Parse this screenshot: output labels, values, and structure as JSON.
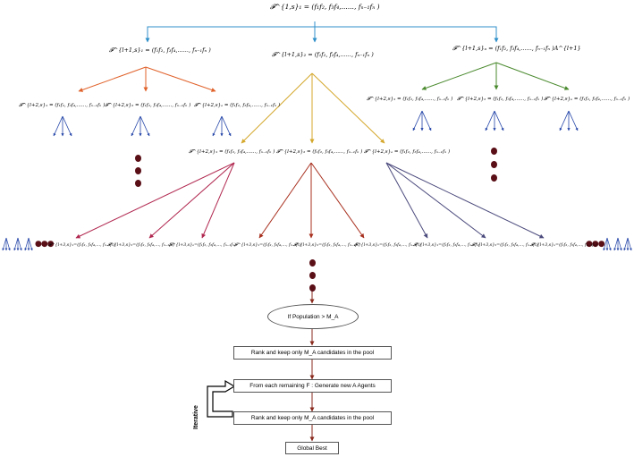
{
  "root_label": "𝓕^{1,s}₁ = (f₁f₂, f₃f₄,......, fₙ₋₁fₙ )",
  "level1": [
    {
      "label": "𝓕^{l+1,s}₁ = (f₁f₂, f₃f₄,......, fₙ₋₁fₙ )",
      "color": "#e0612a"
    },
    {
      "label": "𝓕^{l+1,s}₂ = (f₁f₂, f₃f₄,......, fₙ₋₁fₙ )",
      "color": "#d4a72b"
    },
    {
      "label": "𝓕^{l+1,s}ₐ = (f₁f₂, f₃f₄,......, fₙ₋₁fₙ )A^{l+1}",
      "color": "#4a8a2e"
    }
  ],
  "level2_left": [
    "𝓕^{l+2,s}₁ = (f₁f₂, f₃f₄,......, fₙ₋₁fₙ )",
    "𝓕^{l+2,s}₂ = (f₁f₂, f₃f₄,......, fₙ₋₁fₙ )",
    "𝓕^{l+2,s}ₐ = (f₁f₂, f₃f₄,......, fₙ₋₁fₙ )"
  ],
  "level2_mid": [
    "𝓕^{l+2,s}₁ = (f₁f₂, f₃f₄,......, fₙ₋₁fₙ )",
    "𝓕^{l+2,s}₂ = (f₁f₂, f₃f₄,......, fₙ₋₁fₙ )",
    "𝓕^{l+2,s}ₐ = (f₁f₂, f₃f₄,......, fₙ₋₁fₙ )"
  ],
  "level2_right": [
    "𝓕^{l+2,s}₁ = (f₁f₂, f₃f₄,......, fₙ₋₁fₙ )",
    "𝓕^{l+2,s}₂ = (f₁f₂, f₃f₄,......, fₙ₋₁fₙ )",
    "𝓕^{l+2,s}ₐ = (f₁f₂, f₃f₄,......, fₙ₋₁fₙ )"
  ],
  "level3": [
    "𝓕^{l+3,s}₁=(f₁f₂, f₃f₄,..., fₙ₋₁fₙ)",
    "𝓕^{l+3,s}₂=(f₁f₂, f₃f₄,..., fₙ₋₁fₙ)",
    "𝓕^{l+3,s}ₐ=(f₁f₂, f₃f₄,..., fₙ₋₁fₙ)",
    "𝓕^{l+3,s}₁=(f₁f₂, f₃f₄,..., fₙ₋₁fₙ)",
    "𝓕^{l+3,s}₂=(f₁f₂, f₃f₄,..., fₙ₋₁fₙ)",
    "𝓕^{l+3,s}ₐ=(f₁f₂, f₃f₄,..., fₙ₋₁fₙ)",
    "𝓕^{l+3,s}₁=(f₁f₂, f₃f₄,..., fₙ₋₁fₙ)",
    "𝓕^{l+3,s}₂=(f₁f₂, f₃f₄,..., fₙ₋₁fₙ)",
    "𝓕^{l+3,s}ₐ=(f₁f₂, f₃f₄,..., fₙ₋₁fₙ)"
  ],
  "level3_colors": [
    "#b0264f",
    "#a8301f",
    "#4b4a7d"
  ],
  "root_color": "#2f8fc9",
  "dot_color": "#5a0f17",
  "flow": {
    "condition": "If Population > M_A",
    "step1": "Rank and keep only M_A candidates in the pool",
    "step2": "From each remaining F : Generate new A Agents",
    "step3": "Rank and keep only M_A candidates in the pool",
    "end": "Global Best",
    "loop_label": "Iterative"
  }
}
